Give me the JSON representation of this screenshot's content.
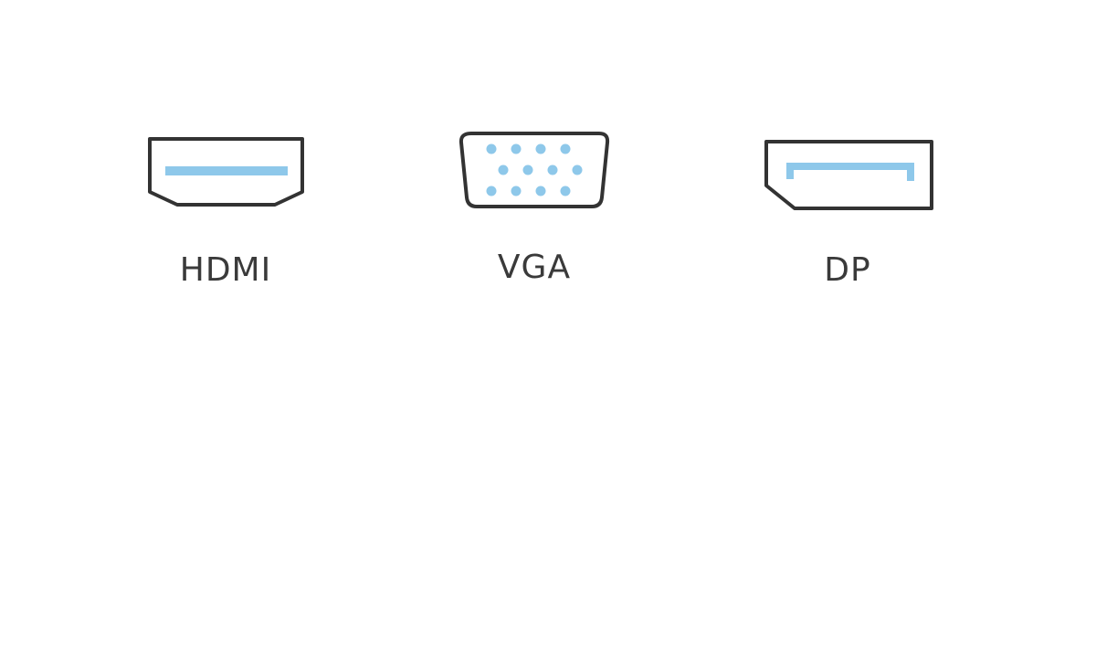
{
  "colors": {
    "outline": "#333333",
    "accent": "#8ec8ea",
    "label": "#3a3a3a",
    "background": "#ffffff"
  },
  "connectors": [
    {
      "id": "hdmi",
      "label": "HDMI",
      "icon": "hdmi-port-icon"
    },
    {
      "id": "vga",
      "label": "VGA",
      "icon": "vga-port-icon"
    },
    {
      "id": "dp",
      "label": "DP",
      "icon": "displayport-port-icon"
    }
  ]
}
